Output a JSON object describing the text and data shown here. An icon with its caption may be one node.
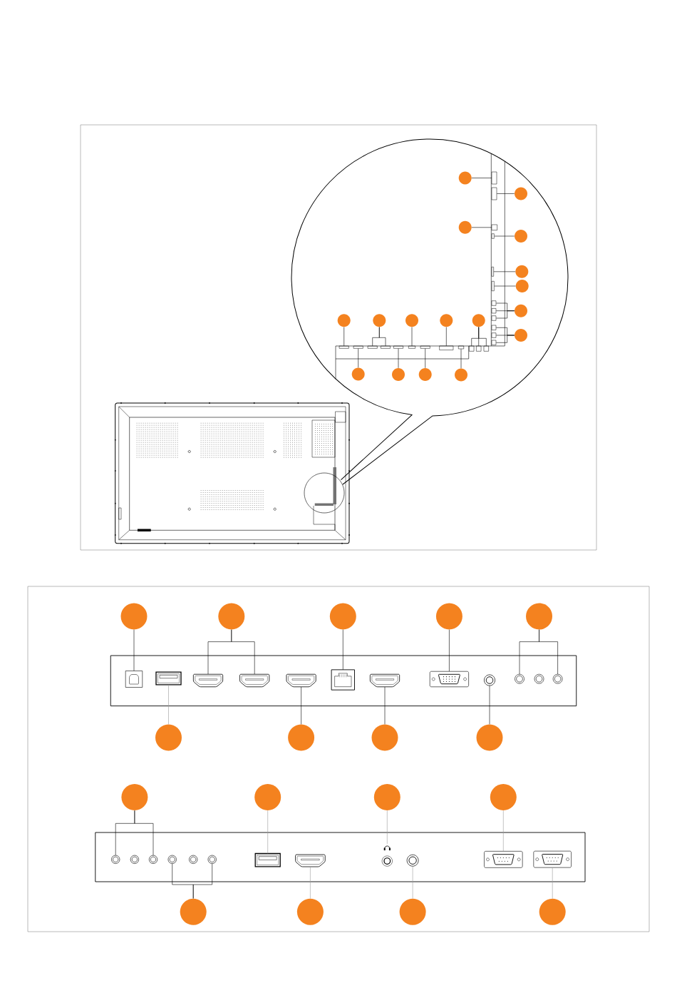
{
  "diagram": {
    "nodes": [
      {
        "text": [],
        "shape": "circle"
      },
      {
        "text": [],
        "shape": "box"
      },
      {
        "text": [],
        "shape": "box"
      },
      {
        "text": [],
        "shape": "circle"
      },
      {
        "text": [],
        "shape": "circle"
      },
      {
        "text": [],
        "shape": "box"
      },
      {
        "text": [],
        "shape": "box"
      },
      {
        "text": [],
        "shape": "circle"
      },
      {
        "text": [],
        "shape": "box"
      },
      {
        "text": [],
        "shape": "circle"
      },
      {
        "text": [],
        "shape": "box"
      },
      {
        "text": [],
        "shape": "circle"
      },
      {
        "text": [],
        "shape": "box"
      },
      {
        "text": [],
        "shape": "box"
      },
      {
        "text": [],
        "shape": "box"
      },
      {
        "text": [],
        "shape": "circle"
      },
      {
        "text": [],
        "shape": "box"
      },
      {
        "text": [],
        "shape": "box"
      },
      {
        "text": [],
        "shape": "box"
      },
      {
        "text": [],
        "shape": "circle"
      },
      {
        "text": [],
        "shape": "circle"
      },
      {
        "text": [],
        "shape": "circle"
      },
      {
        "text": [],
        "shape": "circle"
      },
      {
        "text": [],
        "shape": "circle"
      },
      {
        "text": [],
        "shape": "circle"
      },
      {
        "text": [],
        "shape": "box"
      },
      {
        "text": [],
        "shape": "box"
      },
      {
        "text": [],
        "shape": "box"
      },
      {
        "text": [],
        "shape": "box"
      },
      {
        "text": [],
        "shape": "box"
      },
      {
        "text": [],
        "shape": "box"
      },
      {
        "text": [],
        "shape": "box"
      },
      {
        "text": [],
        "shape": "box"
      },
      {
        "text": [],
        "shape": "box"
      },
      {
        "text": [],
        "shape": "box"
      },
      {
        "text": [],
        "shape": "box"
      },
      {
        "text": [],
        "shape": "box"
      },
      {
        "text": [],
        "shape": "circle"
      },
      {
        "text": [],
        "shape": "circle"
      },
      {
        "text": [],
        "shape": "circle"
      },
      {
        "text": [],
        "shape": "circle"
      },
      {
        "text": [],
        "shape": "circle"
      },
      {
        "text": [],
        "shape": "circle"
      },
      {
        "text": [],
        "shape": "circle"
      },
      {
        "text": [],
        "shape": "circle"
      },
      {
        "text": [],
        "shape": "circle"
      },
      {
        "text": [],
        "shape": "box"
      },
      {
        "text": [],
        "shape": "picture",
        "in": 46
      },
      {
        "text": [],
        "shape": "picture",
        "in": 46
      },
      {
        "text": [],
        "shape": "picture",
        "in": 46
      },
      {
        "text": [],
        "shape": "picture",
        "in": 46
      },
      {
        "text": [],
        "shape": "picture",
        "in": 46
      },
      {
        "text": [],
        "shape": "picture",
        "in": 46
      },
      {
        "text": [],
        "shape": "picture",
        "in": 46
      },
      {
        "text": [],
        "shape": "picture",
        "in": 46
      },
      {
        "text": [],
        "shape": "picture",
        "in": 46
      },
      {
        "text": [],
        "shape": "picture",
        "in": 46
      },
      {
        "text": [],
        "shape": "picture",
        "in": 46
      },
      {
        "text": [],
        "shape": "picture",
        "in": 46
      },
      {
        "text": [],
        "shape": "circle"
      },
      {
        "text": [],
        "shape": "circle"
      },
      {
        "text": [],
        "shape": "circle"
      },
      {
        "text": [],
        "shape": "circle"
      },
      {
        "text": [],
        "shape": "circle"
      },
      {
        "text": [],
        "shape": "circle"
      },
      {
        "text": [],
        "shape": "circle"
      },
      {
        "text": [],
        "shape": "circle"
      },
      {
        "text": [],
        "shape": "box"
      },
      {
        "text": [],
        "shape": "picture",
        "in": 67
      },
      {
        "text": [],
        "shape": "picture",
        "in": 67
      },
      {
        "text": [],
        "shape": "picture",
        "in": 67
      },
      {
        "text": [],
        "shape": "picture",
        "in": 67
      },
      {
        "text": [],
        "shape": "picture",
        "in": 67
      },
      {
        "text": [],
        "shape": "picture",
        "in": 67
      },
      {
        "text": [],
        "shape": "picture",
        "in": 67
      },
      {
        "text": [],
        "shape": "picture",
        "in": 67
      },
      {
        "text": [],
        "shape": "picture",
        "in": 67
      },
      {
        "text": [],
        "shape": "picture",
        "in": 67
      },
      {
        "text": [],
        "shape": "picture",
        "in": 67
      },
      {
        "text": [],
        "shape": "picture",
        "in": 67
      },
      {
        "text": [],
        "shape": "circle"
      },
      {
        "text": [],
        "shape": "circle"
      },
      {
        "text": [],
        "shape": "circle"
      },
      {
        "text": [],
        "shape": "circle"
      }
    ],
    "edges": [
      {
        "from": 0,
        "to": 1,
        "arrow": "none"
      },
      {
        "from": 3,
        "to": 2,
        "arrow": "none"
      },
      {
        "from": 4,
        "to": 5,
        "arrow": "none"
      },
      {
        "from": 7,
        "to": 6,
        "arrow": "none"
      },
      {
        "from": 9,
        "to": 8,
        "arrow": "none"
      },
      {
        "from": 11,
        "to": 10,
        "arrow": "none"
      },
      {
        "from": 15,
        "to": 12,
        "arrow": "none"
      },
      {
        "from": 15,
        "to": 13,
        "arrow": "none"
      },
      {
        "from": 15,
        "to": 14,
        "arrow": "none"
      },
      {
        "from": 19,
        "to": 16,
        "arrow": "none"
      },
      {
        "from": 19,
        "to": 17,
        "arrow": "none"
      },
      {
        "from": 19,
        "to": 18,
        "arrow": "none"
      },
      {
        "from": 20,
        "to": 25,
        "arrow": "none"
      },
      {
        "from": 21,
        "to": 27,
        "arrow": "none"
      },
      {
        "from": 21,
        "to": 28,
        "arrow": "none"
      },
      {
        "from": 22,
        "to": 30,
        "arrow": "none"
      },
      {
        "from": 23,
        "to": 32,
        "arrow": "none"
      },
      {
        "from": 24,
        "to": 34,
        "arrow": "none"
      },
      {
        "from": 24,
        "to": 35,
        "arrow": "none"
      },
      {
        "from": 24,
        "to": 36,
        "arrow": "none"
      },
      {
        "from": 37,
        "to": 26,
        "arrow": "none"
      },
      {
        "from": 38,
        "to": 29,
        "arrow": "none"
      },
      {
        "from": 39,
        "to": 31,
        "arrow": "none"
      },
      {
        "from": 40,
        "to": 33,
        "arrow": "none"
      },
      {
        "from": 41,
        "to": 47,
        "arrow": "none"
      },
      {
        "from": 42,
        "to": 49,
        "arrow": "none"
      },
      {
        "from": 42,
        "to": 50,
        "arrow": "none"
      },
      {
        "from": 43,
        "to": 52,
        "arrow": "none"
      },
      {
        "from": 44,
        "to": 54,
        "arrow": "none"
      },
      {
        "from": 45,
        "to": 56,
        "arrow": "none"
      },
      {
        "from": 45,
        "to": 58,
        "arrow": "none"
      },
      {
        "from": 59,
        "to": 48,
        "arrow": "none",
        "color": "#9a9a9a"
      },
      {
        "from": 60,
        "to": 51,
        "arrow": "none"
      },
      {
        "from": 61,
        "to": 53,
        "arrow": "none"
      },
      {
        "from": 62,
        "to": 55,
        "arrow": "none"
      },
      {
        "from": 63,
        "to": 68,
        "arrow": "none"
      },
      {
        "from": 63,
        "to": 70,
        "arrow": "none"
      },
      {
        "from": 64,
        "to": 74,
        "arrow": "none",
        "color": "#9a9a9a"
      },
      {
        "from": 65,
        "to": 76,
        "arrow": "none",
        "color": "#9a9a9a"
      },
      {
        "from": 66,
        "to": 78,
        "arrow": "none",
        "color": "#9a9a9a"
      },
      {
        "from": 80,
        "to": 71,
        "arrow": "none"
      },
      {
        "from": 80,
        "to": 73,
        "arrow": "none"
      },
      {
        "from": 81,
        "to": 75,
        "arrow": "none",
        "color": "#9a9a9a"
      },
      {
        "from": 82,
        "to": 77,
        "arrow": "none",
        "color": "#9a9a9a"
      },
      {
        "from": 83,
        "to": 79,
        "arrow": "none",
        "color": "#9a9a9a"
      }
    ]
  }
}
